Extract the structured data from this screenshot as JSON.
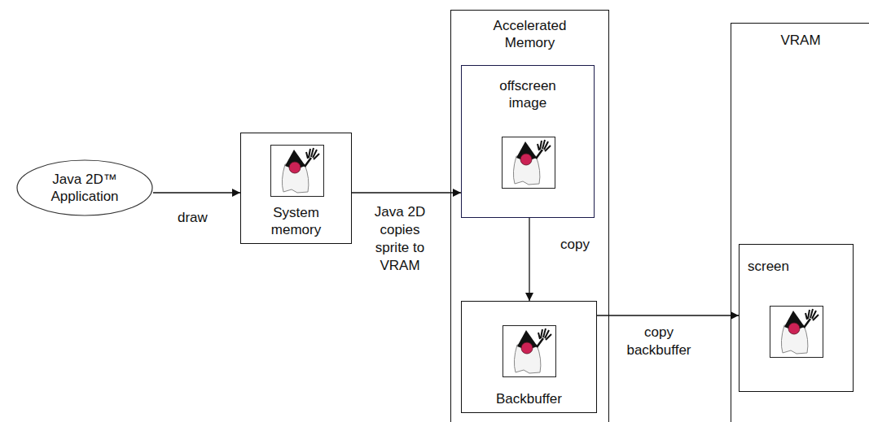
{
  "diagram": {
    "nodes": [
      {
        "text": [
          "Java 2D™ Application"
        ]
      },
      {
        "text": [
          "System memory"
        ]
      },
      {
        "text": [
          "Accelerated Memory"
        ]
      },
      {
        "text": [
          "offscreen image"
        ],
        "in": 2
      },
      {
        "text": [
          "Backbuffer"
        ],
        "in": 2
      },
      {
        "text": [
          "VRAM"
        ]
      },
      {
        "text": [
          "screen"
        ],
        "in": 5
      }
    ],
    "edges": [
      {
        "from": 0,
        "to": 1,
        "arrow": "to",
        "label": "draw"
      },
      {
        "from": 1,
        "to": 3,
        "arrow": "to",
        "label": "Java 2D copies sprite to VRAM"
      },
      {
        "from": 3,
        "to": 4,
        "arrow": "to",
        "label": "copy"
      },
      {
        "from": 4,
        "to": 6,
        "arrow": "to",
        "label": "copy backbuffer"
      }
    ]
  }
}
